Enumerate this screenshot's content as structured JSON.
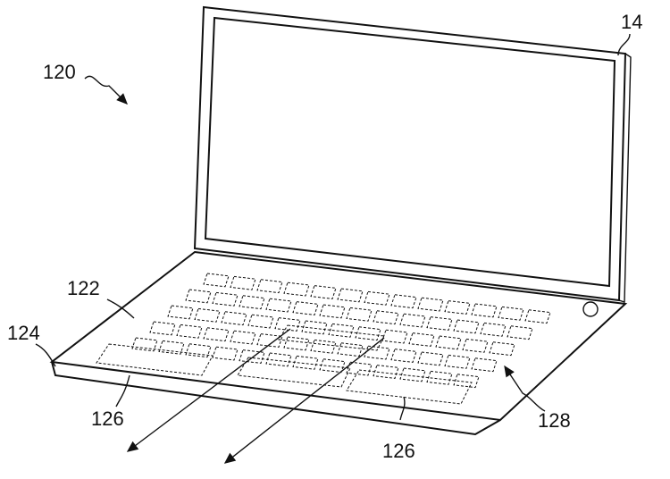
{
  "figure": {
    "labels": {
      "device": "120",
      "display": "14",
      "housing": "122",
      "edge": "124",
      "trackpad_left": "126",
      "trackpad_right": "126",
      "keyboard": "128"
    }
  }
}
